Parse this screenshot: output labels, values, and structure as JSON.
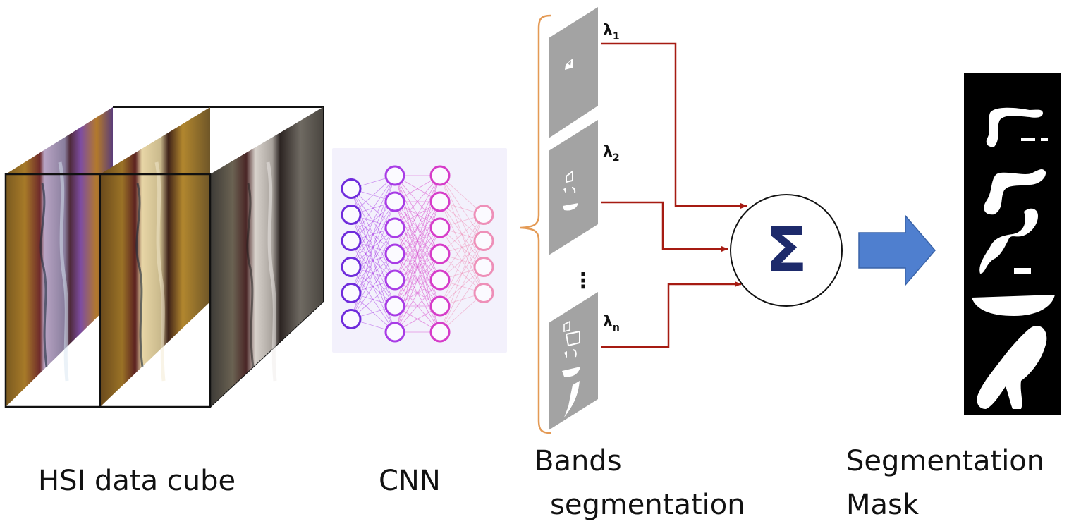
{
  "labels": {
    "hsi_cube": "HSI data cube",
    "cnn": "CNN",
    "bands_line1": "Bands",
    "bands_line2": "segmentation",
    "mask_line1": "Segmentation",
    "mask_line2": "Mask",
    "lambda_symbol": "λ",
    "lambda_1_sub": "1",
    "lambda_2_sub": "2",
    "lambda_n_sub": "n",
    "vertical_dots": "⋮",
    "sum_symbol": "Σ"
  },
  "colors": {
    "arrow_red": "#a61b12",
    "brace_orange": "#e49a55",
    "sum_navy": "#1d2a6b",
    "block_arrow": "#4f7fcf",
    "cnn_bg": "#f3f1fc",
    "band_gray": "#a3a3a3"
  },
  "cnn_layers": [
    {
      "nodes": 6,
      "color": "#6f2bdc"
    },
    {
      "nodes": 7,
      "color": "#a83ce6"
    },
    {
      "nodes": 7,
      "color": "#d63cc9"
    },
    {
      "nodes": 4,
      "color": "#ee8fb8"
    }
  ]
}
